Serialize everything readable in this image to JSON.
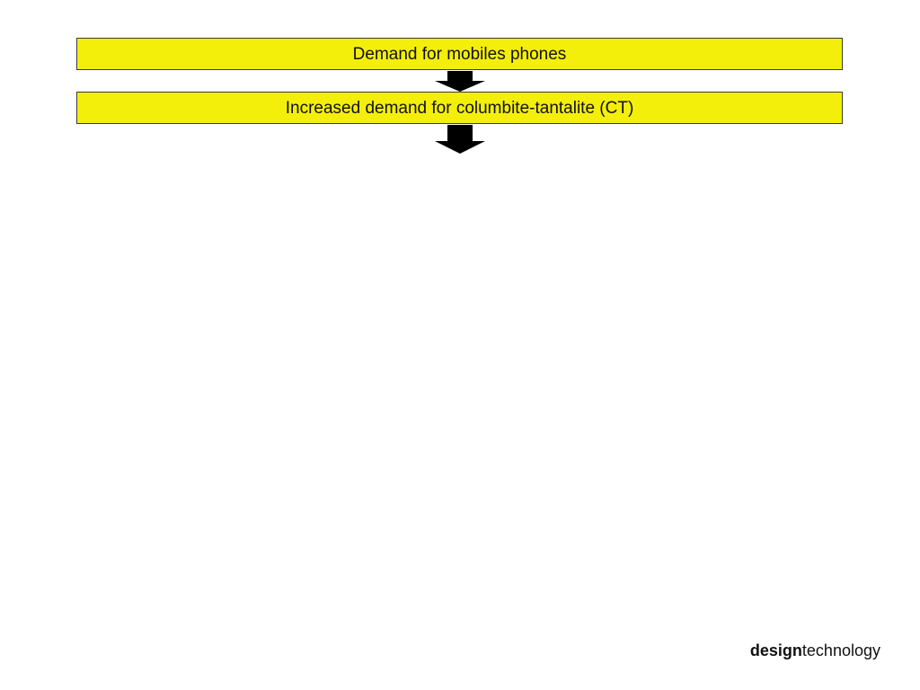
{
  "colors": {
    "box_fill": "#f4ef0a",
    "arrow_fill": "#000000"
  },
  "flow": {
    "steps": [
      {
        "label": "Demand for mobiles phones"
      },
      {
        "label": "Increased demand for columbite-tantalite (CT)"
      }
    ],
    "arrow_icon": "down-arrow-icon"
  },
  "footer": {
    "logo_bold": "design",
    "logo_regular": "technology"
  }
}
